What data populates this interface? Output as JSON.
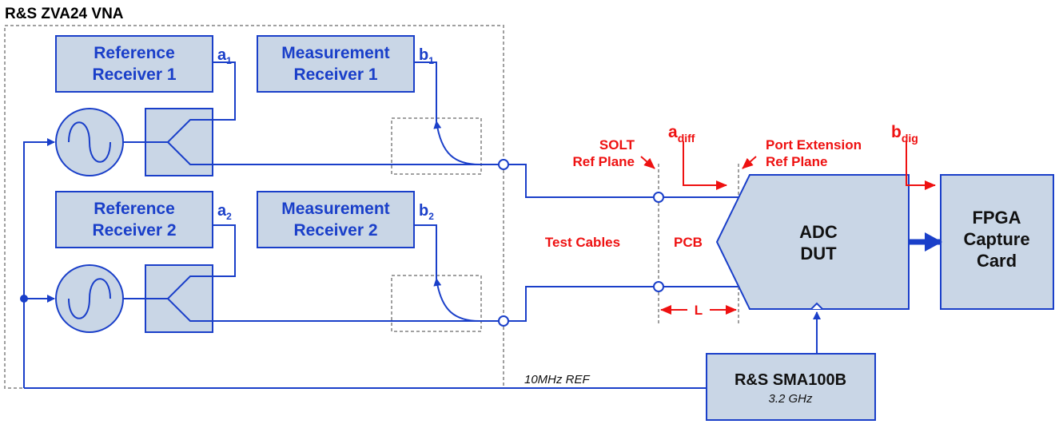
{
  "title": "R&S ZVA24 VNA",
  "vna": {
    "ref_receiver_1": [
      "Reference",
      "Receiver 1"
    ],
    "meas_receiver_1": [
      "Measurement",
      "Receiver 1"
    ],
    "ref_receiver_2": [
      "Reference",
      "Receiver 2"
    ],
    "meas_receiver_2": [
      "Measurement",
      "Receiver 2"
    ],
    "port_a1": {
      "base": "a",
      "sub": "1"
    },
    "port_b1": {
      "base": "b",
      "sub": "1"
    },
    "port_a2": {
      "base": "a",
      "sub": "2"
    },
    "port_b2": {
      "base": "b",
      "sub": "2"
    }
  },
  "labels": {
    "solt": [
      "SOLT",
      "Ref Plane"
    ],
    "port_ext": [
      "Port Extension",
      "Ref Plane"
    ],
    "a_diff": {
      "base": "a",
      "sub": "diff"
    },
    "b_dig": {
      "base": "b",
      "sub": "dig"
    },
    "test_cables": "Test Cables",
    "pcb": "PCB",
    "length": "L",
    "ref_10mhz": "10MHz REF"
  },
  "dut": [
    "ADC",
    "DUT"
  ],
  "fpga": [
    "FPGA",
    "Capture",
    "Card"
  ],
  "sma": {
    "name": "R&S SMA100B",
    "freq": "3.2 GHz"
  },
  "colors": {
    "accent": "#1a3fc9",
    "annotation": "#ee1111",
    "block_fill": "#c9d6e6",
    "dashed": "#a0a0a0"
  }
}
